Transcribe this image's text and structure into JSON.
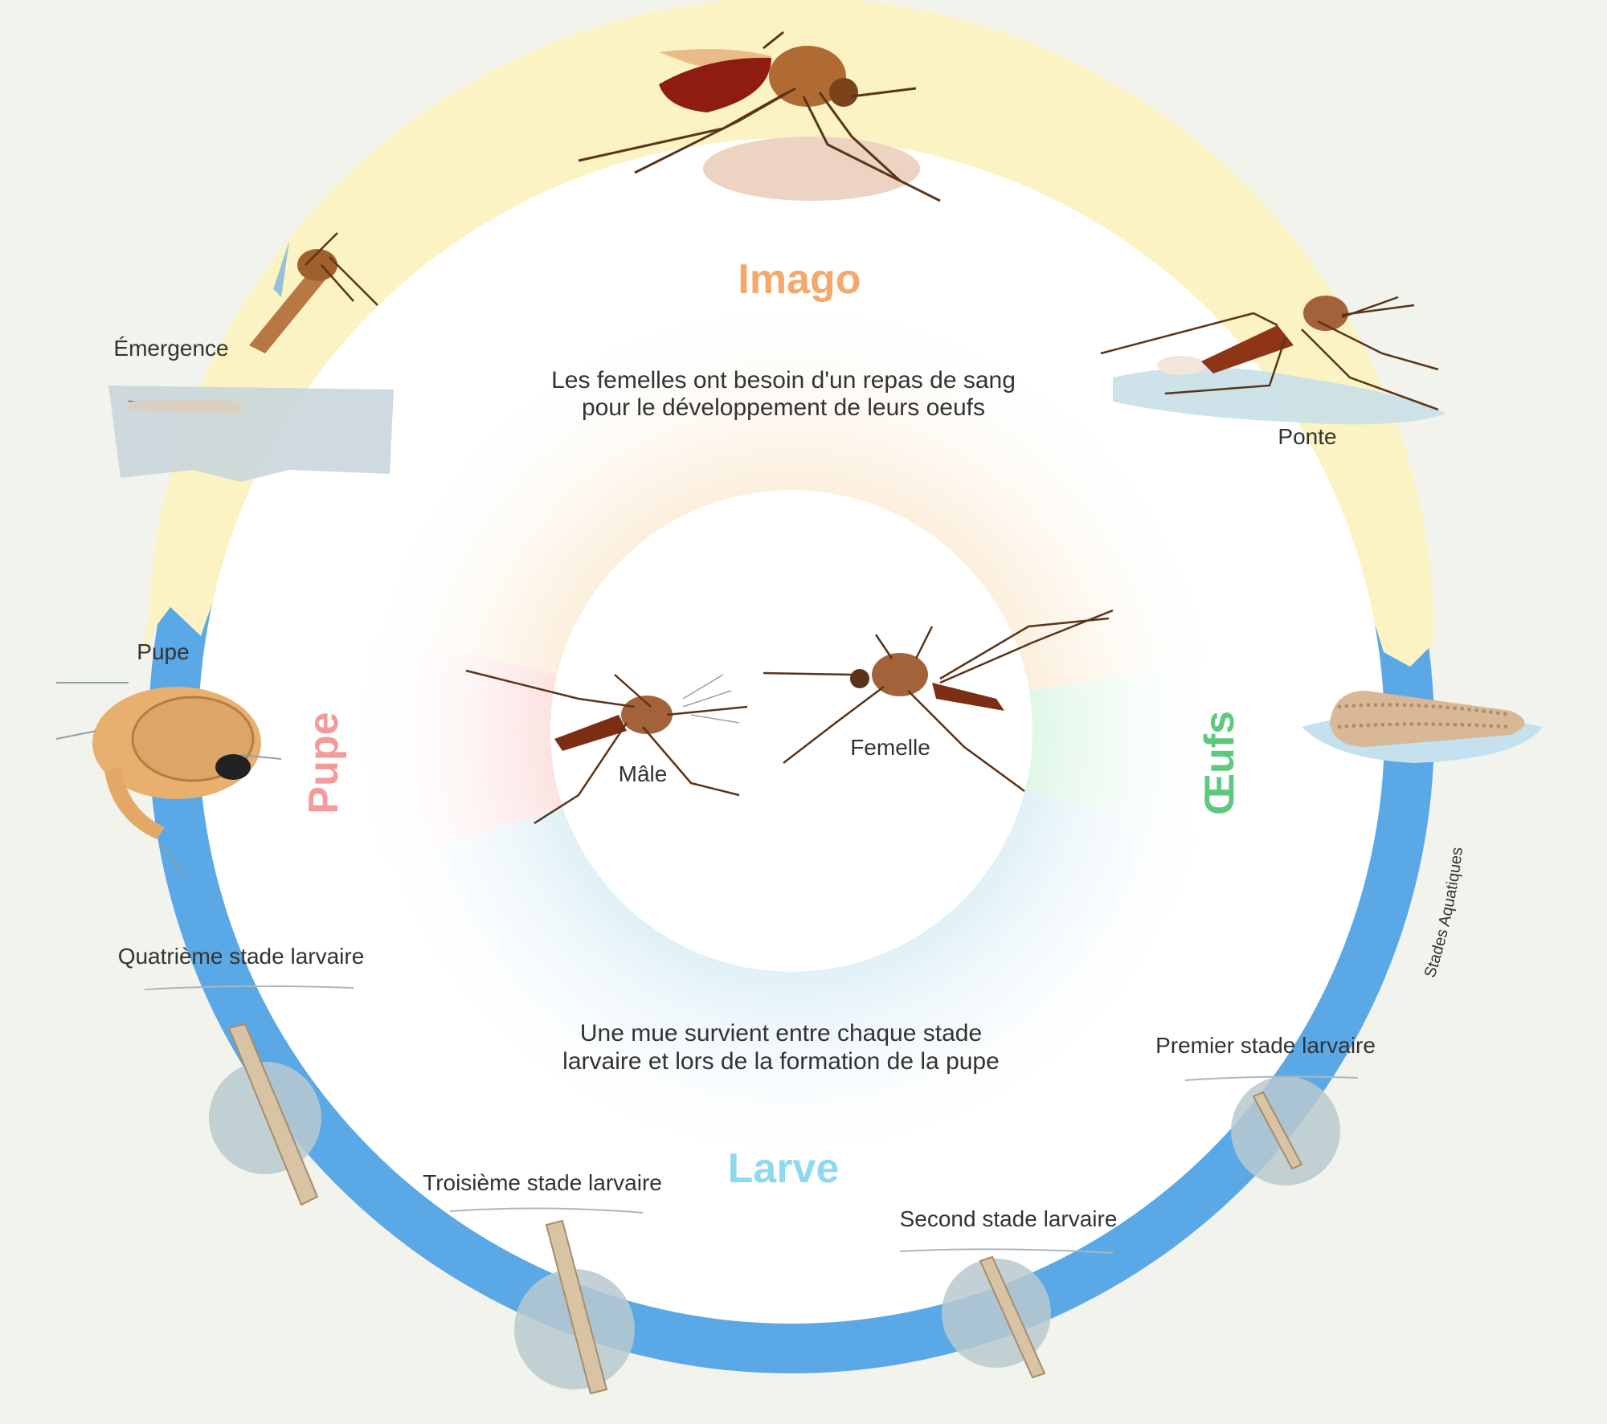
{
  "stages": {
    "imago": "Imago",
    "pupe": "Pupe",
    "oeufs": "Œufs",
    "larve": "Larve"
  },
  "notes": {
    "blood_meal_line1": "Les femelles ont besoin d'un repas de sang",
    "blood_meal_line2": "pour le développement de leurs oeufs",
    "molt_line1": "Une mue survient entre chaque stade",
    "molt_line2": "larvaire et lors de la formation de la pupe"
  },
  "labels": {
    "emergence": "Émergence",
    "ponte": "Ponte",
    "pupe": "Pupe",
    "male": "Mâle",
    "femelle": "Femelle",
    "aquatic_band": "Stades Aquatiques",
    "larva_4": "Quatrième stade larvaire",
    "larva_3": "Troisième stade larvaire",
    "larva_2": "Second stade larvaire",
    "larva_1": "Premier stade larvaire"
  },
  "colors": {
    "background": "#f2f3ec",
    "terrestrial_band": "#fbf3c4",
    "aquatic_band": "#5aa8e6",
    "imago": "#f5a86a",
    "pupe": "#f39a9a",
    "oeufs": "#5ec87e",
    "larve": "#8fd9ee",
    "mosquito_body": "#9a5a2e",
    "blood": "#8e1c12"
  }
}
